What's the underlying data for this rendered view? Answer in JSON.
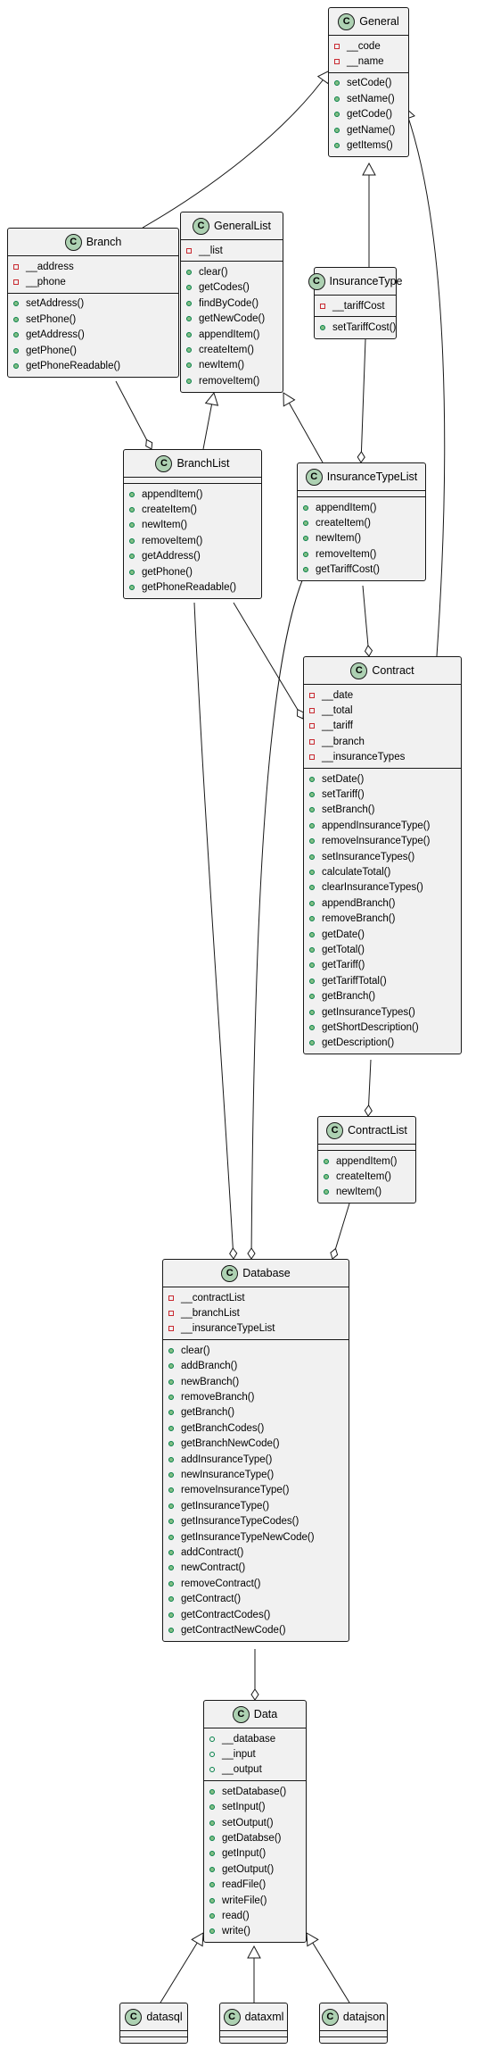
{
  "classes": [
    {
      "id": "General",
      "stereotype": "C",
      "name": "General",
      "fields": [
        {
          "vis": "private",
          "name": "__code"
        },
        {
          "vis": "private",
          "name": "__name"
        }
      ],
      "methods": [
        "setCode()",
        "setName()",
        "getCode()",
        "getName()",
        "getItems()"
      ]
    },
    {
      "id": "Branch",
      "stereotype": "C",
      "name": "Branch",
      "fields": [
        {
          "vis": "private",
          "name": "__address"
        },
        {
          "vis": "private",
          "name": "__phone"
        }
      ],
      "methods": [
        "setAddress()",
        "setPhone()",
        "getAddress()",
        "getPhone()",
        "getPhoneReadable()"
      ]
    },
    {
      "id": "GeneralList",
      "stereotype": "C",
      "name": "GeneralList",
      "fields": [
        {
          "vis": "private",
          "name": "__list"
        }
      ],
      "methods": [
        "clear()",
        "getCodes()",
        "findByCode()",
        "getNewCode()",
        "appendItem()",
        "createItem()",
        "newItem()",
        "removeItem()"
      ]
    },
    {
      "id": "InsuranceType",
      "stereotype": "C",
      "name": "InsuranceType",
      "fields": [
        {
          "vis": "private",
          "name": "__tariffCost"
        }
      ],
      "methods": [
        "setTariffCost()"
      ]
    },
    {
      "id": "BranchList",
      "stereotype": "C",
      "name": "BranchList",
      "fields": [],
      "methods": [
        "appendItem()",
        "createItem()",
        "newItem()",
        "removeItem()",
        "getAddress()",
        "getPhone()",
        "getPhoneReadable()"
      ]
    },
    {
      "id": "InsuranceTypeList",
      "stereotype": "C",
      "name": "InsuranceTypeList",
      "fields": [],
      "methods": [
        "appendItem()",
        "createItem()",
        "newItem()",
        "removeItem()",
        "getTariffCost()"
      ]
    },
    {
      "id": "Contract",
      "stereotype": "C",
      "name": "Contract",
      "fields": [
        {
          "vis": "private",
          "name": "__date"
        },
        {
          "vis": "private",
          "name": "__total"
        },
        {
          "vis": "private",
          "name": "__tariff"
        },
        {
          "vis": "private",
          "name": "__branch"
        },
        {
          "vis": "private",
          "name": "__insuranceTypes"
        }
      ],
      "methods": [
        "setDate()",
        "setTariff()",
        "setBranch()",
        "appendInsuranceType()",
        "removeInsuranceType()",
        "setInsuranceTypes()",
        "calculateTotal()",
        "clearInsuranceTypes()",
        "appendBranch()",
        "removeBranch()",
        "getDate()",
        "getTotal()",
        "getTariff()",
        "getTariffTotal()",
        "getBranch()",
        "getInsuranceTypes()",
        "getShortDescription()",
        "getDescription()"
      ]
    },
    {
      "id": "ContractList",
      "stereotype": "C",
      "name": "ContractList",
      "fields": [],
      "methods": [
        "appendItem()",
        "createItem()",
        "newItem()"
      ]
    },
    {
      "id": "Database",
      "stereotype": "C",
      "name": "Database",
      "fields": [
        {
          "vis": "private",
          "name": "__contractList"
        },
        {
          "vis": "private",
          "name": "__branchList"
        },
        {
          "vis": "private",
          "name": "__insuranceTypeList"
        }
      ],
      "methods": [
        "clear()",
        "addBranch()",
        "newBranch()",
        "removeBranch()",
        "getBranch()",
        "getBranchCodes()",
        "getBranchNewCode()",
        "addInsuranceType()",
        "newInsuranceType()",
        "removeInsuranceType()",
        "getInsuranceType()",
        "getInsuranceTypeCodes()",
        "getInsuranceTypeNewCode()",
        "addContract()",
        "newContract()",
        "removeContract()",
        "getContract()",
        "getContractCodes()",
        "getContractNewCode()"
      ]
    },
    {
      "id": "Data",
      "stereotype": "C",
      "name": "Data",
      "fields": [
        {
          "vis": "public",
          "name": "__database"
        },
        {
          "vis": "public",
          "name": "__input"
        },
        {
          "vis": "public",
          "name": "__output"
        }
      ],
      "methods": [
        "setDatabase()",
        "setInput()",
        "setOutput()",
        "getDatabse()",
        "getInput()",
        "getOutput()",
        "readFile()",
        "writeFile()",
        "read()",
        "write()"
      ]
    },
    {
      "id": "datasql",
      "stereotype": "C",
      "name": "datasql",
      "fields": [],
      "methods": []
    },
    {
      "id": "dataxml",
      "stereotype": "C",
      "name": "dataxml",
      "fields": [],
      "methods": []
    },
    {
      "id": "datajson",
      "stereotype": "C",
      "name": "datajson",
      "fields": [],
      "methods": []
    }
  ],
  "relations": [
    {
      "from": "Branch",
      "to": "General",
      "kind": "inheritance"
    },
    {
      "from": "InsuranceType",
      "to": "General",
      "kind": "inheritance"
    },
    {
      "from": "Contract",
      "to": "General",
      "kind": "inheritance"
    },
    {
      "from": "BranchList",
      "to": "GeneralList",
      "kind": "inheritance"
    },
    {
      "from": "InsuranceTypeList",
      "to": "GeneralList",
      "kind": "inheritance"
    },
    {
      "from": "Branch",
      "to": "BranchList",
      "kind": "aggregation"
    },
    {
      "from": "InsuranceType",
      "to": "InsuranceTypeList",
      "kind": "aggregation"
    },
    {
      "from": "BranchList",
      "to": "Contract",
      "kind": "aggregation"
    },
    {
      "from": "InsuranceTypeList",
      "to": "Contract",
      "kind": "aggregation"
    },
    {
      "from": "Contract",
      "to": "ContractList",
      "kind": "aggregation"
    },
    {
      "from": "ContractList",
      "to": "Database",
      "kind": "aggregation"
    },
    {
      "from": "BranchList",
      "to": "Database",
      "kind": "aggregation"
    },
    {
      "from": "InsuranceTypeList",
      "to": "Database",
      "kind": "aggregation"
    },
    {
      "from": "Database",
      "to": "Data",
      "kind": "aggregation"
    },
    {
      "from": "datasql",
      "to": "Data",
      "kind": "inheritance"
    },
    {
      "from": "dataxml",
      "to": "Data",
      "kind": "inheritance"
    },
    {
      "from": "datajson",
      "to": "Data",
      "kind": "inheritance"
    }
  ],
  "colors": {
    "class_fill": "#f1f1f1",
    "badge_fill": "#add1b2",
    "border": "#181818",
    "private_marker": "#c82930",
    "public_marker": "#038048"
  }
}
